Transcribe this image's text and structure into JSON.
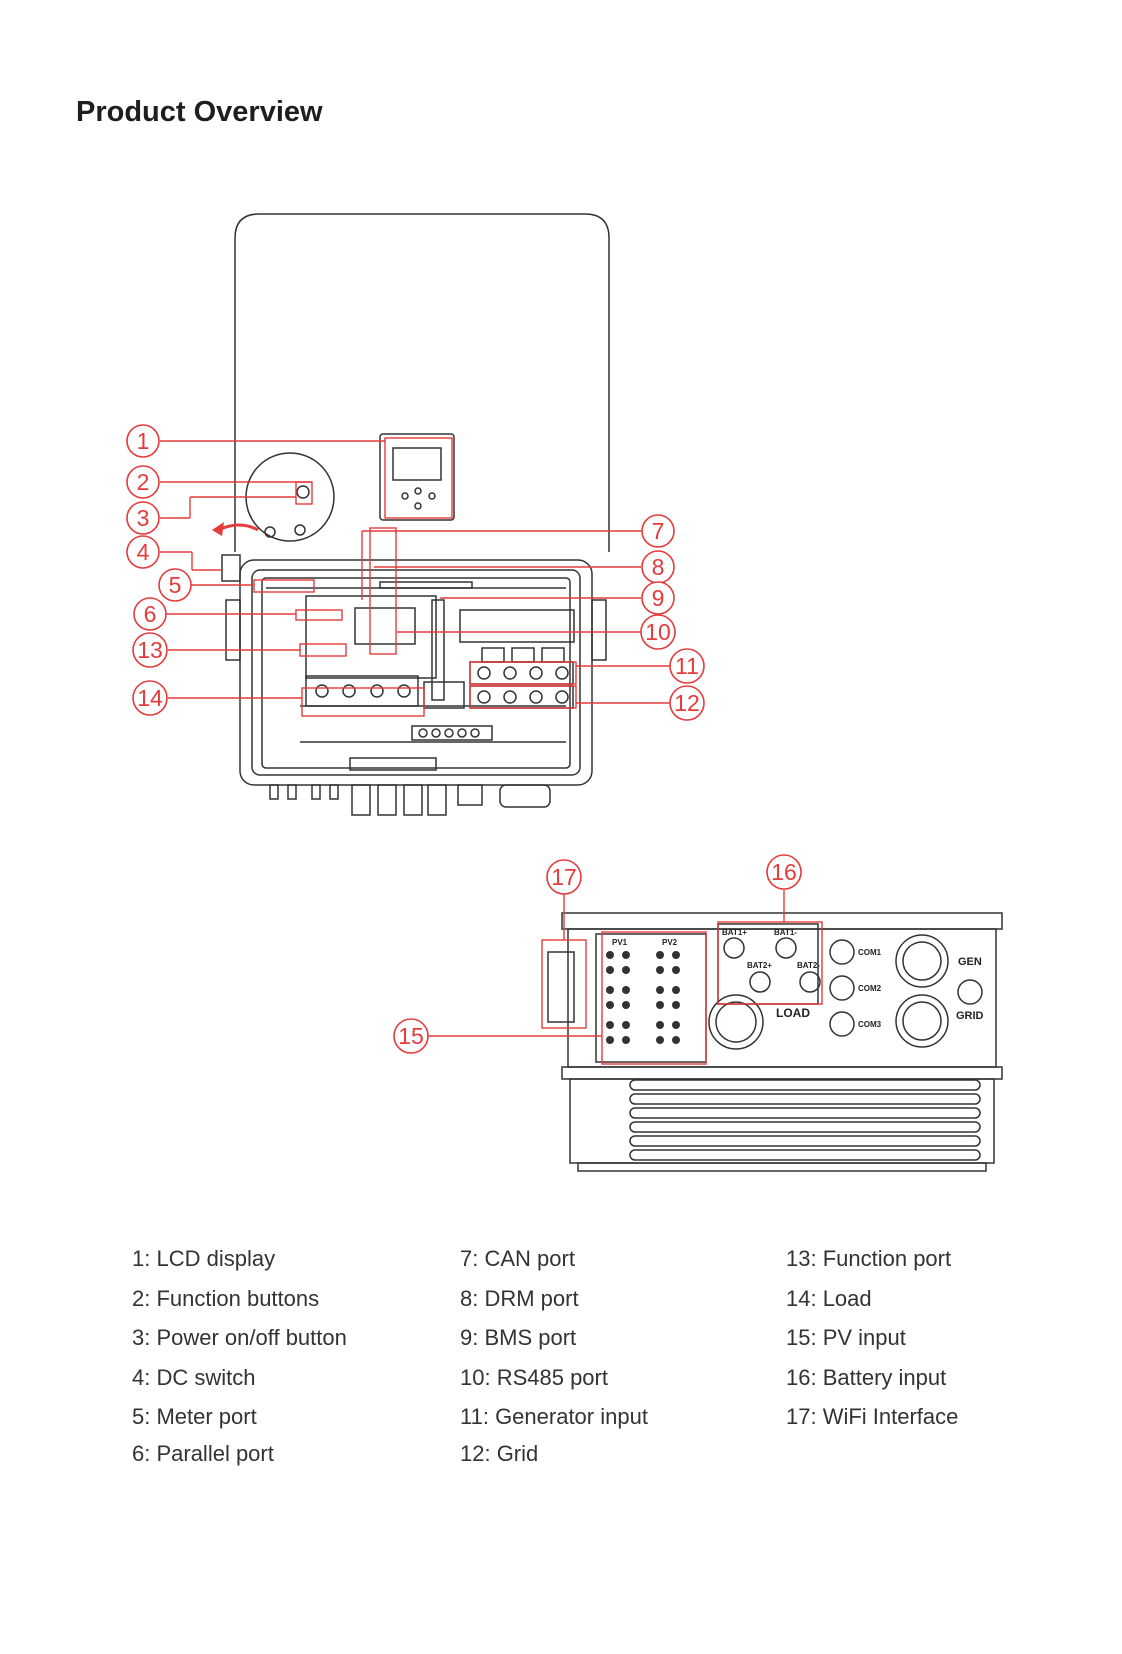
{
  "page": {
    "title": "Product Overview"
  },
  "bottom_view_labels": {
    "pv1": "PV1",
    "pv2": "PV2",
    "bat1_plus": "BAT1+",
    "bat1_minus": "BAT1-",
    "bat2_plus": "BAT2+",
    "bat2_minus": "BAT2-",
    "com1": "COM1",
    "com2": "COM2",
    "com3": "COM3",
    "load": "LOAD",
    "gen": "GEN",
    "grid": "GRID"
  },
  "callouts": [
    "1",
    "2",
    "3",
    "4",
    "5",
    "6",
    "7",
    "8",
    "9",
    "10",
    "11",
    "12",
    "13",
    "14",
    "15",
    "16",
    "17"
  ],
  "legend": {
    "col1": [
      "1: LCD display",
      "2: Function buttons",
      "3: Power on/off button",
      "4: DC switch",
      "5: Meter port",
      "6: Parallel port"
    ],
    "col2": [
      "7: CAN port",
      "8: DRM port",
      "9: BMS port",
      "10: RS485 port",
      "11: Generator input",
      "12: Grid"
    ],
    "col3": [
      "13: Function port",
      "14: Load",
      "15: PV input",
      "16: Battery input",
      "17: WiFi Interface"
    ]
  },
  "colors": {
    "callout": "#e53b3b",
    "line_art": "#333333"
  }
}
